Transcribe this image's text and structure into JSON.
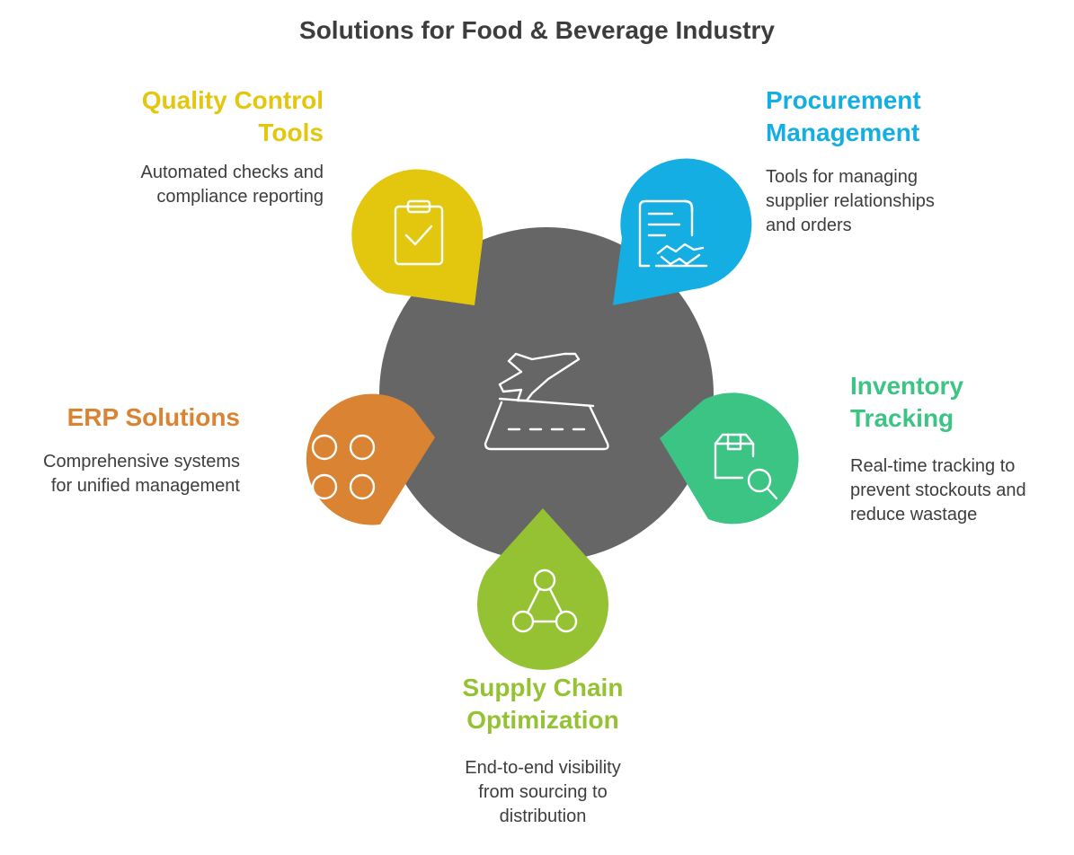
{
  "title": "Solutions for Food & Beverage Industry",
  "colors": {
    "center": "#666666",
    "quality": "#E3C70F",
    "procurement": "#15AEE3",
    "inventory": "#3CC484",
    "supply": "#95C233",
    "erp": "#DA8333",
    "description_text": "#3D3D3D"
  },
  "center": {
    "icon": "airplane-takeoff-icon"
  },
  "solutions": {
    "quality": {
      "title_line1": "Quality Control",
      "title_line2": "Tools",
      "desc_line1": "Automated checks and",
      "desc_line2": "compliance reporting",
      "icon": "clipboard-check-icon"
    },
    "procurement": {
      "title_line1": "Procurement",
      "title_line2": "Management",
      "desc_line1": "Tools for managing",
      "desc_line2": "supplier relationships",
      "desc_line3": "and orders",
      "icon": "contract-handshake-icon"
    },
    "inventory": {
      "title_line1": "Inventory",
      "title_line2": "Tracking",
      "desc_line1": "Real-time tracking to",
      "desc_line2": "prevent stockouts and",
      "desc_line3": "reduce wastage",
      "icon": "box-search-icon"
    },
    "supply": {
      "title_line1": "Supply Chain",
      "title_line2": "Optimization",
      "desc_line1": "End-to-end visibility",
      "desc_line2": "from sourcing to",
      "desc_line3": "distribution",
      "icon": "network-nodes-icon"
    },
    "erp": {
      "title_line1": "ERP Solutions",
      "desc_line1": "Comprehensive systems",
      "desc_line2": "for unified management",
      "icon": "four-circles-icon"
    }
  }
}
